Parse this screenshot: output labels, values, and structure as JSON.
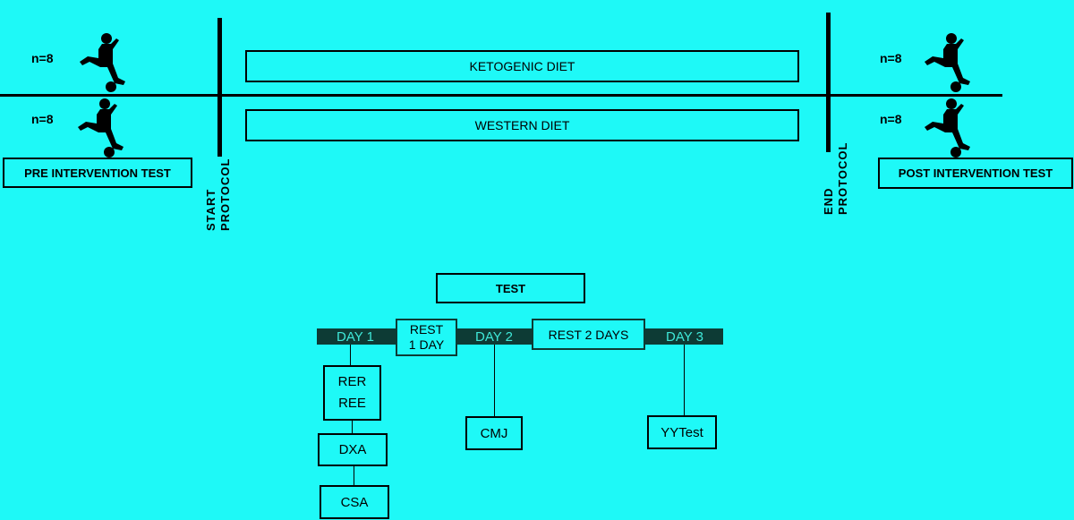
{
  "groups": [
    {
      "n": "n=8",
      "diet": "KETOGENIC DIET"
    },
    {
      "n": "n=8",
      "diet": "WESTERN DIET"
    }
  ],
  "pre_test": "PRE INTERVENTION TEST",
  "post_test": "POST INTERVENTION TEST",
  "start": [
    "START",
    "PROTOCOL"
  ],
  "end": [
    "END",
    "PROTOCOL"
  ],
  "test": "TEST",
  "days": [
    "DAY 1",
    "DAY 2",
    "DAY 3"
  ],
  "rest1": [
    "REST",
    "1 DAY"
  ],
  "rest2": "REST 2 DAYS",
  "day1_tests": [
    [
      "RER",
      "REE"
    ],
    "DXA",
    "CSA"
  ],
  "day2_test": "CMJ",
  "day3_test": "YYTest",
  "colors": {
    "background": "#1ef9f7",
    "timeline": "#0d3b35",
    "day_text": "#3fe8d8"
  }
}
